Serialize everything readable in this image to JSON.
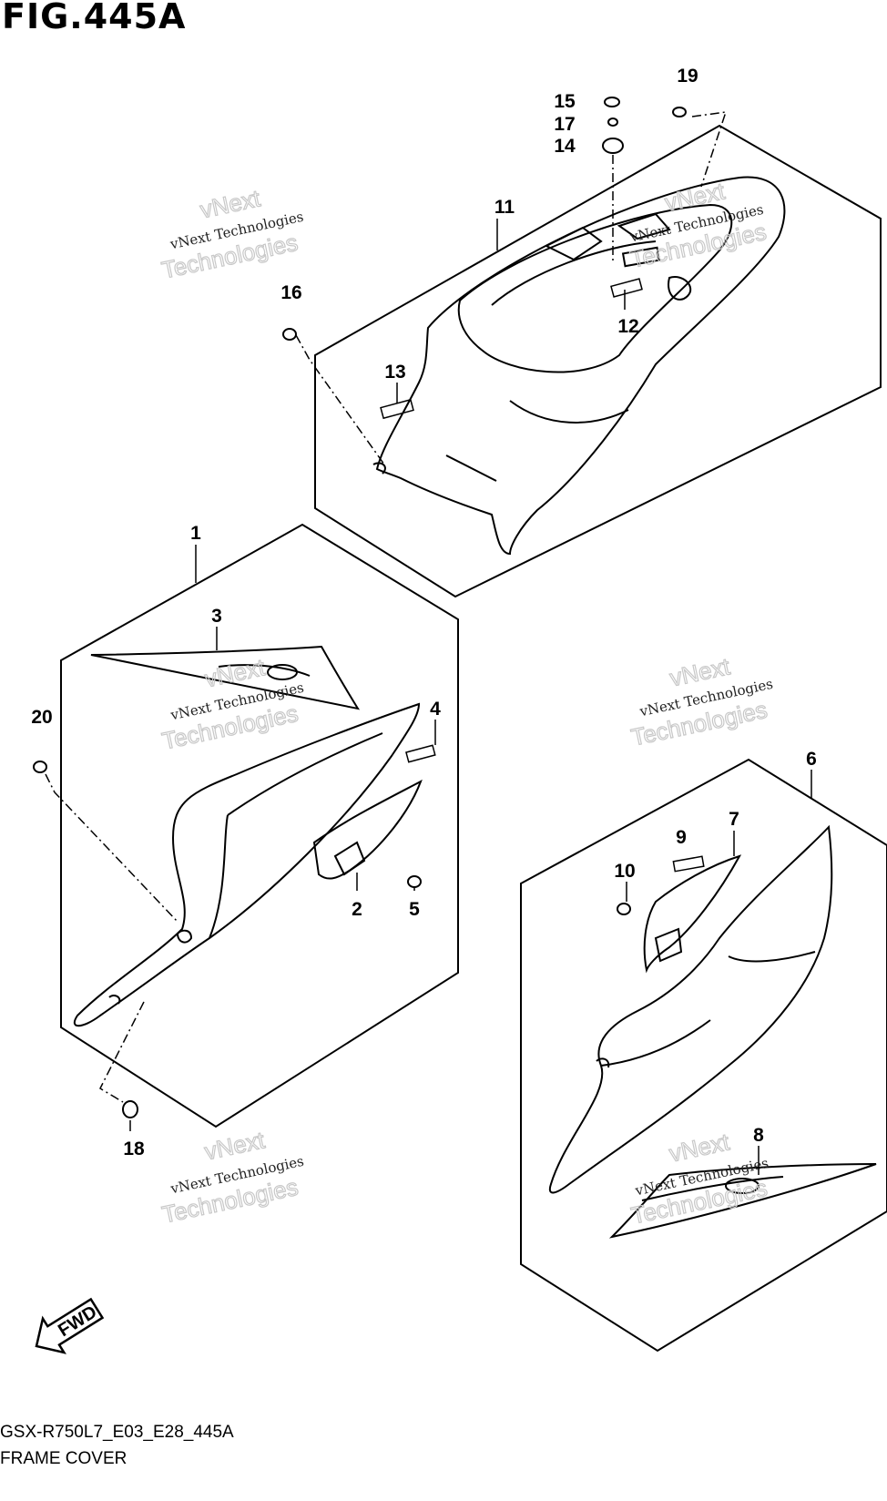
{
  "figure": {
    "title": "FIG.445A",
    "model_code": "GSX-R750L7_E03_E28_445A",
    "caption": "FRAME COVER"
  },
  "callouts": [
    "1",
    "2",
    "3",
    "4",
    "5",
    "6",
    "7",
    "8",
    "9",
    "10",
    "11",
    "12",
    "13",
    "14",
    "15",
    "16",
    "17",
    "18",
    "19",
    "20"
  ],
  "watermark": {
    "line1": "vNext Technologies",
    "line2": "vNext",
    "line3": "Technologies"
  },
  "direction_arrow": {
    "label": "FWD",
    "icon": "fwd-arrow-icon"
  }
}
